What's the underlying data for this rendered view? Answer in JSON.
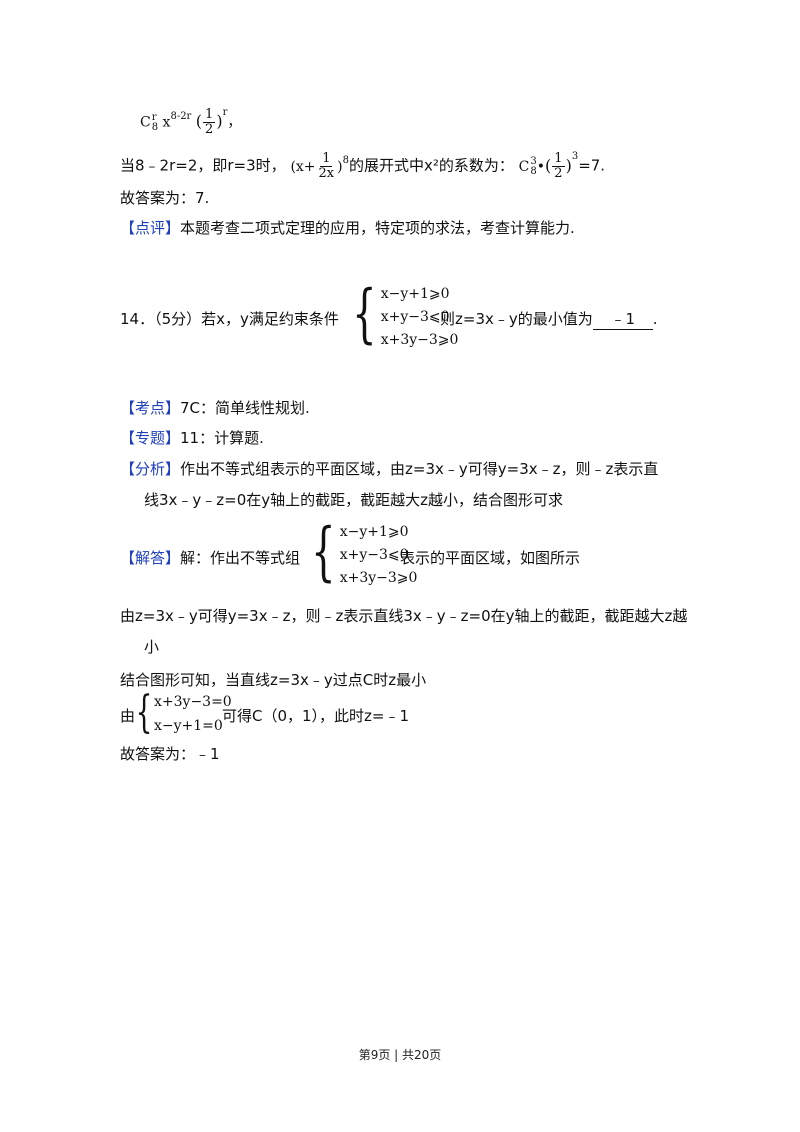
{
  "top_formula": {
    "c": "C",
    "c_sup": "r",
    "c_sub": "8",
    "x": "x",
    "x_exp": "8-2r",
    "frac_num": "1",
    "frac_den": "2",
    "outer_exp": "r",
    "trail": "，"
  },
  "line2": {
    "lead": "当8﹣2r=2，即r=3时，",
    "binom_open": "(x+",
    "frac_num": "1",
    "frac_den": "2x",
    "binom_close": ")",
    "binom_exp": "8",
    "mid": "的展开式中x²的系数为：",
    "c": "C",
    "c_sup": "3",
    "c_sub": "8",
    "dot": "•",
    "frac2_num": "1",
    "frac2_den": "2",
    "frac2_exp": "3",
    "tail": "=7."
  },
  "line3": "故答案为：7.",
  "line4": {
    "tag": "【点评】",
    "text": "本题考查二项式定理的应用，特定项的求法，考查计算能力."
  },
  "q14": {
    "lead": "14．（5分）若x，y满足约束条件",
    "sys": [
      "x−y+1⩾0",
      "x+y−3⩽0",
      "x+3y−3⩾0"
    ],
    "mid": "则z=3x﹣y的最小值为",
    "answer": "﹣1",
    "end": "."
  },
  "kaodian": {
    "tag": "【考点】",
    "text": "7C：简单线性规划."
  },
  "zhuanti": {
    "tag": "【专题】",
    "text": "11：计算题."
  },
  "fenxi": {
    "tag": "【分析】",
    "text1": "作出不等式组表示的平面区域，由z=3x﹣y可得y=3x﹣z，则﹣z表示直",
    "text2": "线3x﹣y﹣z=0在y轴上的截距，截距越大z越小，结合图形可求"
  },
  "jieda": {
    "tag": "【解答】",
    "lead": "解：作出不等式组",
    "sys": [
      "x−y+1⩾0",
      "x+y−3⩽0",
      "x+3y−3⩾0"
    ],
    "tail": "表示的平面区域，如图所示"
  },
  "line_a": "由z=3x﹣y可得y=3x﹣z，则﹣z表示直线3x﹣y﹣z=0在y轴上的截距，截距越大z越",
  "line_a2": "小",
  "line_b": "结合图形可知，当直线z=3x﹣y过点C时z最小",
  "line_c": {
    "lead": "由",
    "sys": [
      "x+3y−3=0",
      "x−y+1=0"
    ],
    "tail": "可得C（0，1），此时z=﹣1"
  },
  "line_d": "故答案为：﹣1",
  "footer": "第9页 | 共20页",
  "colors": {
    "tag": "#1f3fbf",
    "text": "#111111"
  }
}
